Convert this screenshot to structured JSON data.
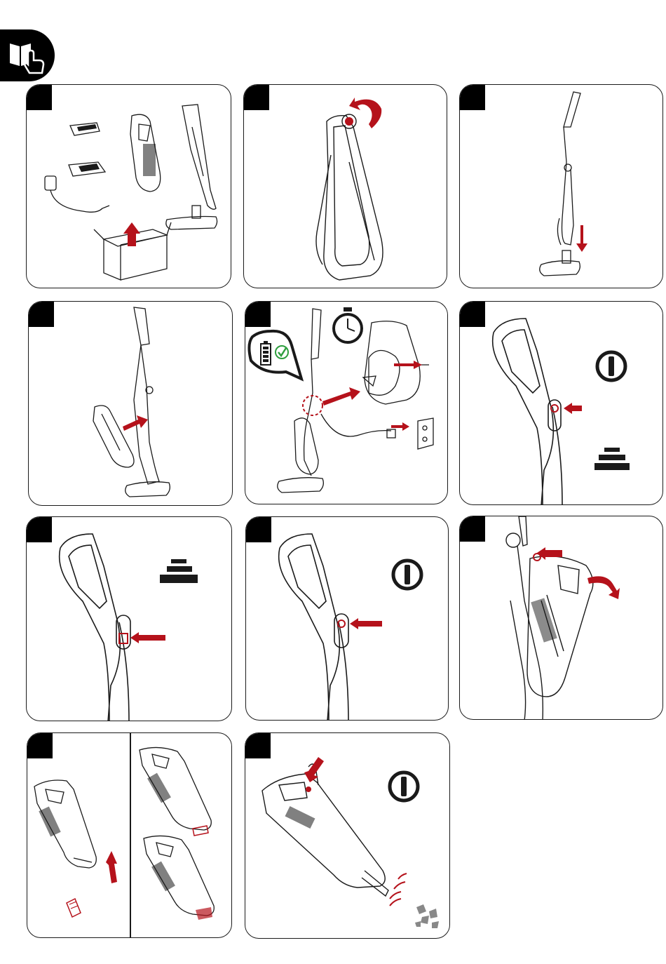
{
  "icons": {
    "manual": "read-manual-touch-icon",
    "power": "power-button-icon",
    "speed": "speed-level-icon",
    "timer": "stopwatch-icon",
    "battery": "battery-charged-icon",
    "check": "check-mark-icon",
    "arrow": "red-arrow-icon",
    "box": "unboxing-box-icon",
    "socket": "wall-socket-icon",
    "debris": "debris-icon"
  },
  "colors": {
    "accent": "#b5121b",
    "ink": "#1a1a1a",
    "check": "#2e9e3e",
    "background": "#ffffff"
  },
  "panels": [
    {
      "id": "unbox"
    },
    {
      "id": "attach-handle"
    },
    {
      "id": "attach-floor-head"
    },
    {
      "id": "insert-handheld"
    },
    {
      "id": "charge"
    },
    {
      "id": "power-on"
    },
    {
      "id": "speed-select"
    },
    {
      "id": "power-off"
    },
    {
      "id": "release-handheld"
    },
    {
      "id": "attach-crevice-tool"
    },
    {
      "id": "handheld-cleaning"
    }
  ]
}
